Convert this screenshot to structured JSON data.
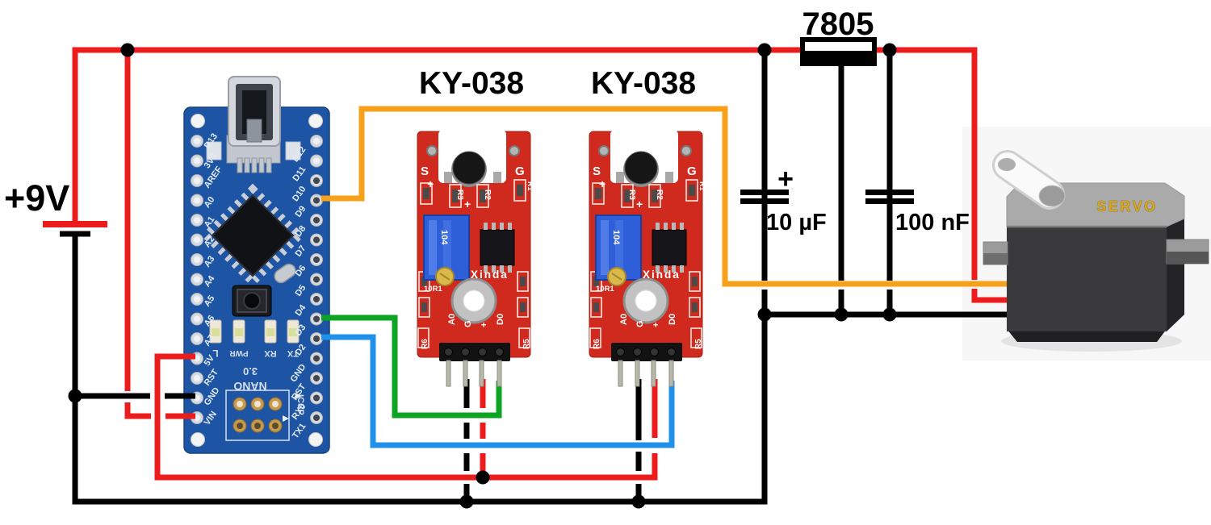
{
  "colors": {
    "wire_red": "#ed1c1c",
    "wire_black": "#000000",
    "wire_orange": "#f7a11a",
    "wire_green": "#0ca422",
    "wire_blue": "#2090e8",
    "arduino_board_blue": "#1d55a4",
    "module_red": "#cf2a1d",
    "trimmer_blue": "#2e5fd8",
    "servo_gold": "#d9a61f"
  },
  "labels": {
    "supply": "+9V",
    "regulator": "7805",
    "cap1_plus": "+",
    "cap1_value": "10 µF",
    "cap2_value": "100 nF"
  },
  "arduino": {
    "board_name": "NANO",
    "board_version": "3.0",
    "icsp_label": "ICSP",
    "led_labels": [
      "L",
      "PWR",
      "RX",
      "TX"
    ],
    "left_pins": [
      "D13",
      "3V3",
      "AREF",
      "A0",
      "A1",
      "A2",
      "A3",
      "A4",
      "A5",
      "A6",
      "A7",
      "5V",
      "RST",
      "GND",
      "VIN"
    ],
    "right_pins": [
      "D12",
      "D11",
      "D10",
      "D9",
      "D8",
      "D7",
      "D6",
      "D5",
      "D4",
      "D3",
      "D2",
      "GND",
      "RST",
      "RX0",
      "TX1"
    ]
  },
  "modules": [
    {
      "title": "KY-038",
      "silkscreen": {
        "mic_sig": "S",
        "mic_plus": "+",
        "mic_gnd": "G",
        "r1": "R1",
        "r3": "R3",
        "r2": "R2",
        "center_plus": "+",
        "pot_code": "104",
        "brand": "Xinda",
        "part_code": "10R1",
        "pin_a0": "A0",
        "pin_gnd": "G",
        "pin_plus": "+",
        "pin_d0": "D0",
        "r6": "R6",
        "r5": "R5"
      }
    },
    {
      "title": "KY-038",
      "silkscreen": {
        "mic_sig": "S",
        "mic_plus": "+",
        "mic_gnd": "G",
        "r1": "R1",
        "r3": "R3",
        "r2": "R2",
        "center_plus": "+",
        "pot_code": "104",
        "brand": "Xinda",
        "part_code": "10R1",
        "pin_a0": "A0",
        "pin_gnd": "G",
        "pin_plus": "+",
        "pin_d0": "D0",
        "r6": "R6",
        "r5": "R5"
      }
    }
  ],
  "servo": {
    "label": "SERVO"
  }
}
